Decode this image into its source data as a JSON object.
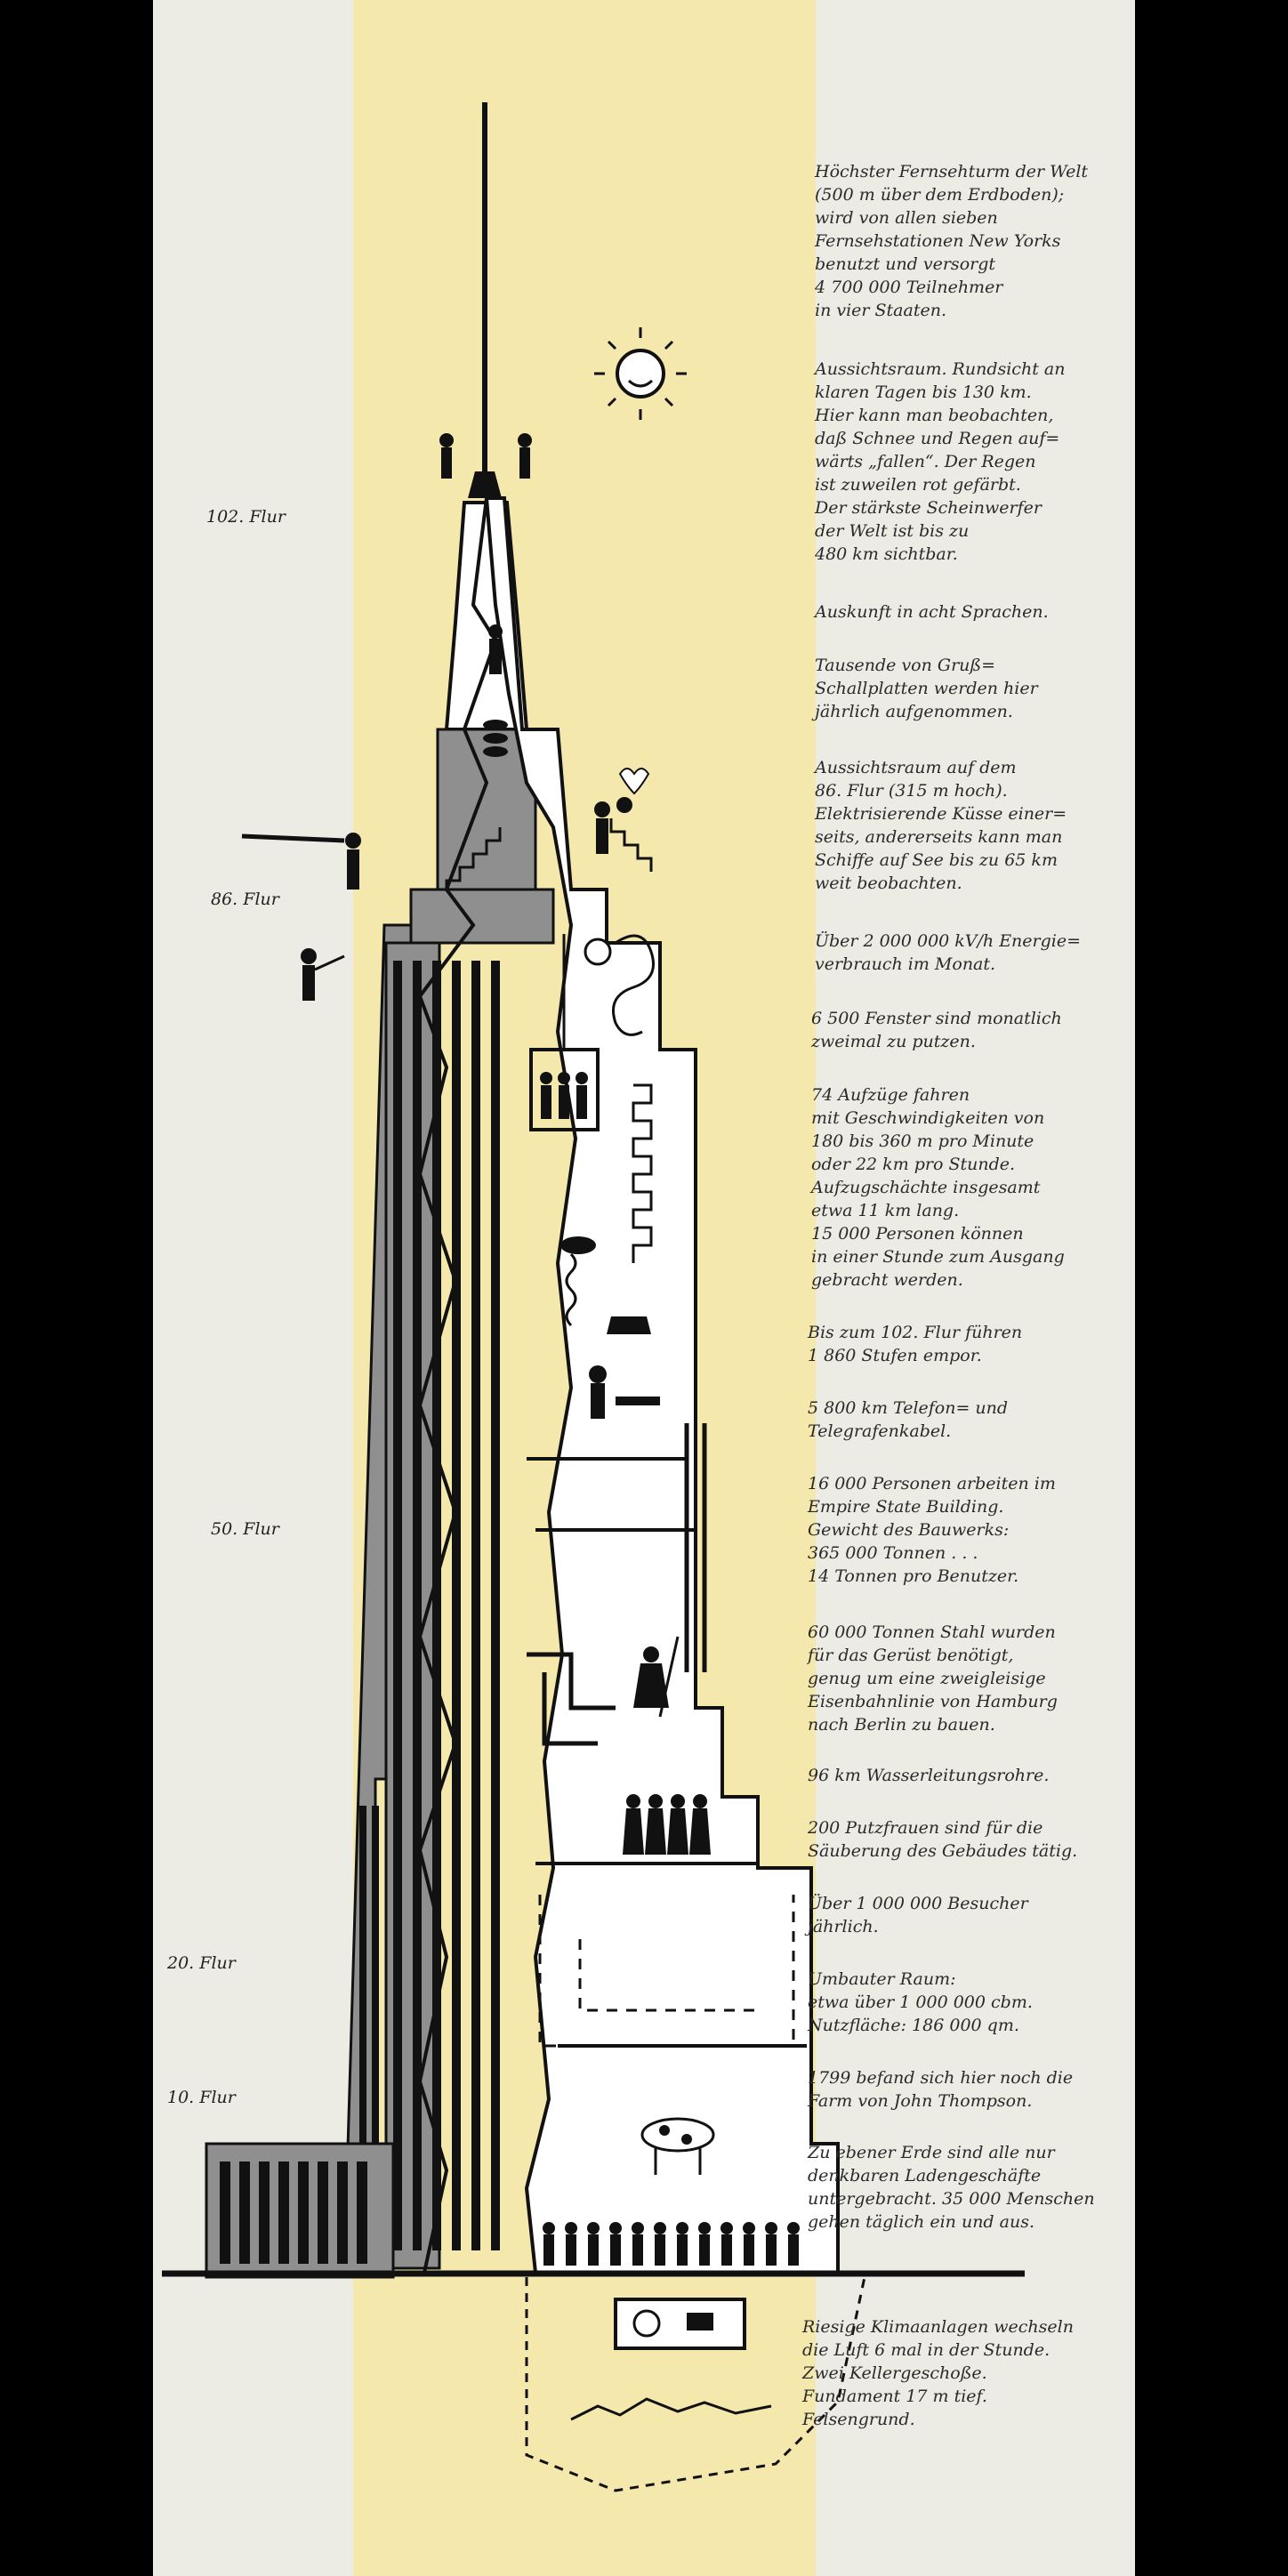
{
  "floor_labels": {
    "f102": "102. Flur",
    "f86": "86. Flur",
    "f50": "50. Flur",
    "f20": "20. Flur",
    "f10": "10. Flur"
  },
  "annotations": [
    "Höchster Fernsehturm der Welt\n(500 m über dem Erdboden);\nwird von allen sieben\nFernsehstationen New Yorks\nbenutzt und versorgt\n4 700 000 Teilnehmer\nin vier Staaten.",
    "Aussichtsraum. Rundsicht an\nklaren Tagen bis 130 km.\nHier kann man beobachten,\ndaß Schnee und Regen auf=\nwärts „fallen“. Der Regen\nist zuweilen rot gefärbt.\nDer stärkste Scheinwerfer\nder Welt ist bis zu\n480 km sichtbar.",
    "Auskunft in acht Sprachen.",
    "Tausende von Gruß=\nSchallplatten werden hier\njährlich aufgenommen.",
    "Aussichtsraum auf dem\n86. Flur (315 m hoch).\nElektrisierende Küsse einer=\nseits, andererseits kann man\nSchiffe auf See bis zu 65 km\nweit beobachten.",
    "Über 2 000 000 kV/h Energie=\nverbrauch im Monat.",
    "6 500 Fenster sind monatlich\nzweimal zu putzen.",
    "74 Aufzüge fahren\nmit Geschwindigkeiten von\n180 bis 360 m pro Minute\noder 22 km pro Stunde.\nAufzugschächte insgesamt\netwa 11 km lang.\n15 000 Personen können\nin einer Stunde zum Ausgang\ngebracht werden.",
    "Bis zum 102. Flur führen\n1 860 Stufen empor.",
    "5 800 km Telefon= und\nTelegrafenkabel.",
    "16 000 Personen arbeiten im\nEmpire State Building.\nGewicht des Bauwerks:\n365 000 Tonnen . . .\n14 Tonnen pro Benutzer.",
    "60 000 Tonnen Stahl wurden\nfür das Gerüst benötigt,\ngenug um eine zweigleisige\nEisenbahnlinie von Hamburg\nnach Berlin zu bauen.",
    "96 km Wasserleitungsrohre.",
    "200 Putzfrauen sind für die\nSäuberung des Gebäudes tätig.",
    "Über 1 000 000 Besucher\njährlich.",
    "Umbauter Raum:\netwa über 1 000 000 cbm.\nNutzfläche: 186 000 qm.",
    "1799 befand sich hier noch die\nFarm von John Thompson.",
    "Zu ebener Erde sind alle nur\ndenkbaren Ladengeschäfte\nuntergebracht. 35 000 Menschen\ngehen täglich ein und aus.",
    "Riesige Klimaanlagen wechseln\ndie Luft 6 mal in der Stunde.\nZwei Kellergeschoße.\nFundament 17 m tief.\nFelsengrund."
  ],
  "colors": {
    "background": "#ecebe4",
    "yellow_band": "#f5e8ad",
    "facade_grey": "#8f8f8f",
    "ink": "#111111"
  }
}
